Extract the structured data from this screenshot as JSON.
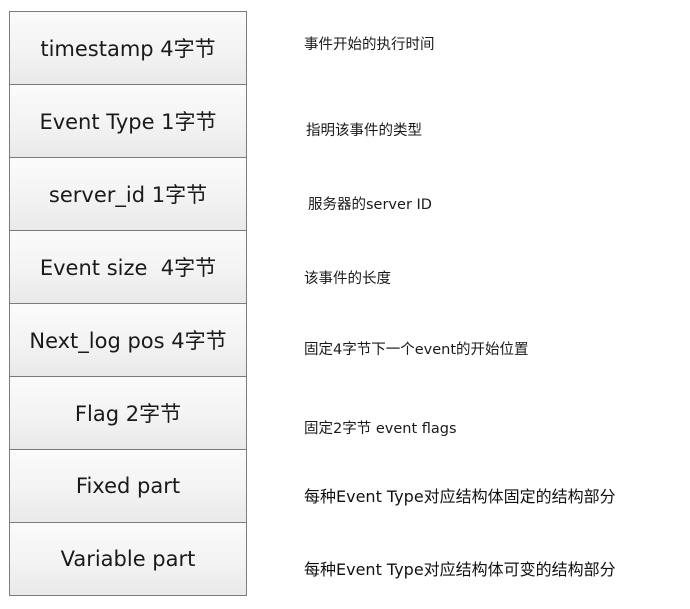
{
  "fields": [
    {
      "label": "timestamp 4字节",
      "desc": "事件开始的执行时间"
    },
    {
      "label": "Event Type 1字节",
      "desc": "指明该事件的类型"
    },
    {
      "label": "server_id 1字节",
      "desc": "服务器的server ID"
    },
    {
      "label": "Event size  4字节",
      "desc": "该事件的长度"
    },
    {
      "label": "Next_log pos 4字节",
      "desc": "固定4字节下一个event的开始位置"
    },
    {
      "label": "Flag 2字节",
      "desc": "固定2字节 event flags"
    },
    {
      "label": "Fixed part",
      "desc": "每种Event Type对应结构体固定的结构部分"
    },
    {
      "label": "Variable part",
      "desc": "每种Event Type对应结构体可变的结构部分"
    }
  ],
  "colors": {
    "box_border": "#7b7b7b",
    "box_fill_top": "#fbfbfb",
    "box_fill_bottom": "#e9e9e9",
    "text": "#1a1a1a"
  }
}
